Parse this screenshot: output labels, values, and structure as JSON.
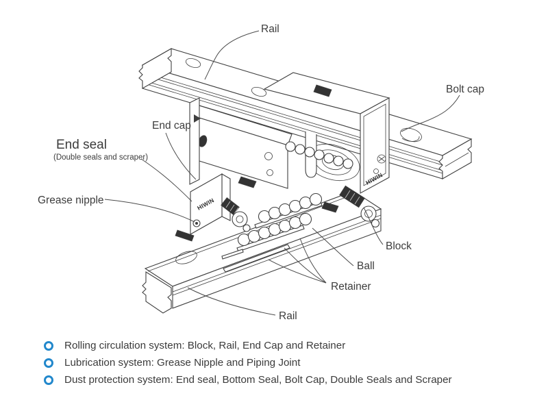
{
  "diagram": {
    "labels": {
      "rail_top": "Rail",
      "bolt_cap": "Bolt cap",
      "end_cap": "End cap",
      "end_seal": "End seal",
      "end_seal_sub": "(Double seals and scraper)",
      "grease_nipple": "Grease nipple",
      "block": "Block",
      "ball": "Ball",
      "retainer": "Retainer",
      "rail_bottom": "Rail",
      "brand": "HIWIN"
    },
    "colors": {
      "line": "#3f3f3f",
      "text": "#3c3c3c",
      "bullet_blue": "#2288cc"
    }
  },
  "legend": {
    "items": [
      {
        "text": "Rolling circulation system: Block, Rail, End Cap and Retainer"
      },
      {
        "text": "Lubrication system: Grease Nipple and Piping Joint"
      },
      {
        "text": "Dust protection system: End seal, Bottom Seal, Bolt Cap, Double Seals and Scraper"
      }
    ]
  }
}
